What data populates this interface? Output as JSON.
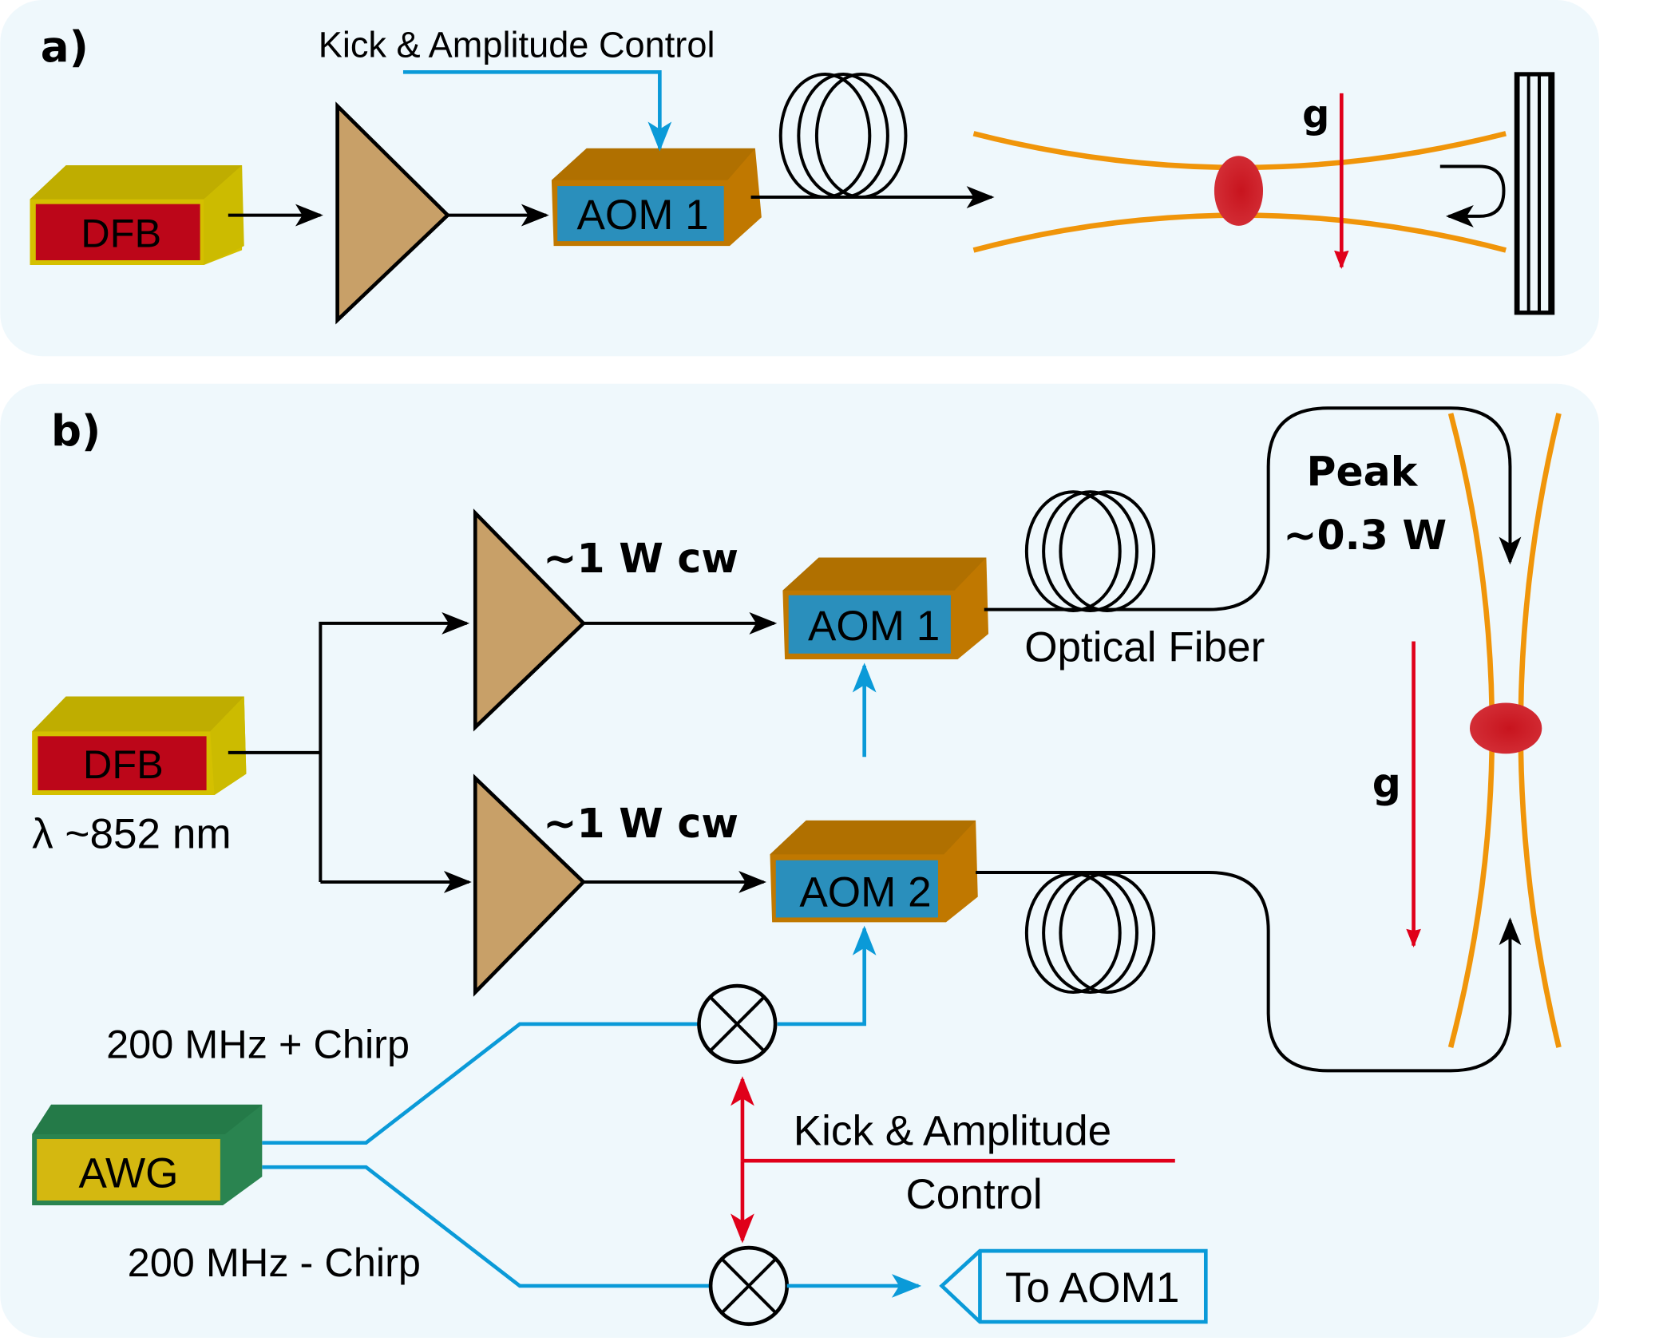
{
  "panel_a": {
    "label": "a)",
    "control_label": "Kick  & Amplitude Control",
    "laser": "DFB",
    "modulator": "AOM 1",
    "gravity": "g"
  },
  "panel_b": {
    "label": "b)",
    "laser": "DFB",
    "wavelength": "λ ~852 nm",
    "amp_top_power": "~1 W cw",
    "amp_bottom_power": "~1 W cw",
    "aom1": "AOM 1",
    "aom2": "AOM 2",
    "fiber_label": "Optical Fiber",
    "peak_label_1": "Peak",
    "peak_label_2": "~0.3 W",
    "gravity": "g",
    "awg": "AWG",
    "chirp_plus": "200 MHz + Chirp",
    "chirp_minus": "200 MHz - Chirp",
    "control_line1": "Kick  & Amplitude",
    "control_line2": "Control",
    "to_aom1": "To AOM1"
  },
  "colors": {
    "panel_bg": "#eff8fc",
    "dfb_case": "#d4c000",
    "dfb_face": "#bc0619",
    "aom_case": "#c07800",
    "aom_face": "#2a8fbc",
    "amplifier": "#c8a068",
    "awg_case": "#2a8450",
    "awg_face": "#d4b810",
    "rf_signal": "#0a9ad8",
    "control": "#e0001a",
    "beam": "#f0950a",
    "atoms": "#cc1c24"
  }
}
